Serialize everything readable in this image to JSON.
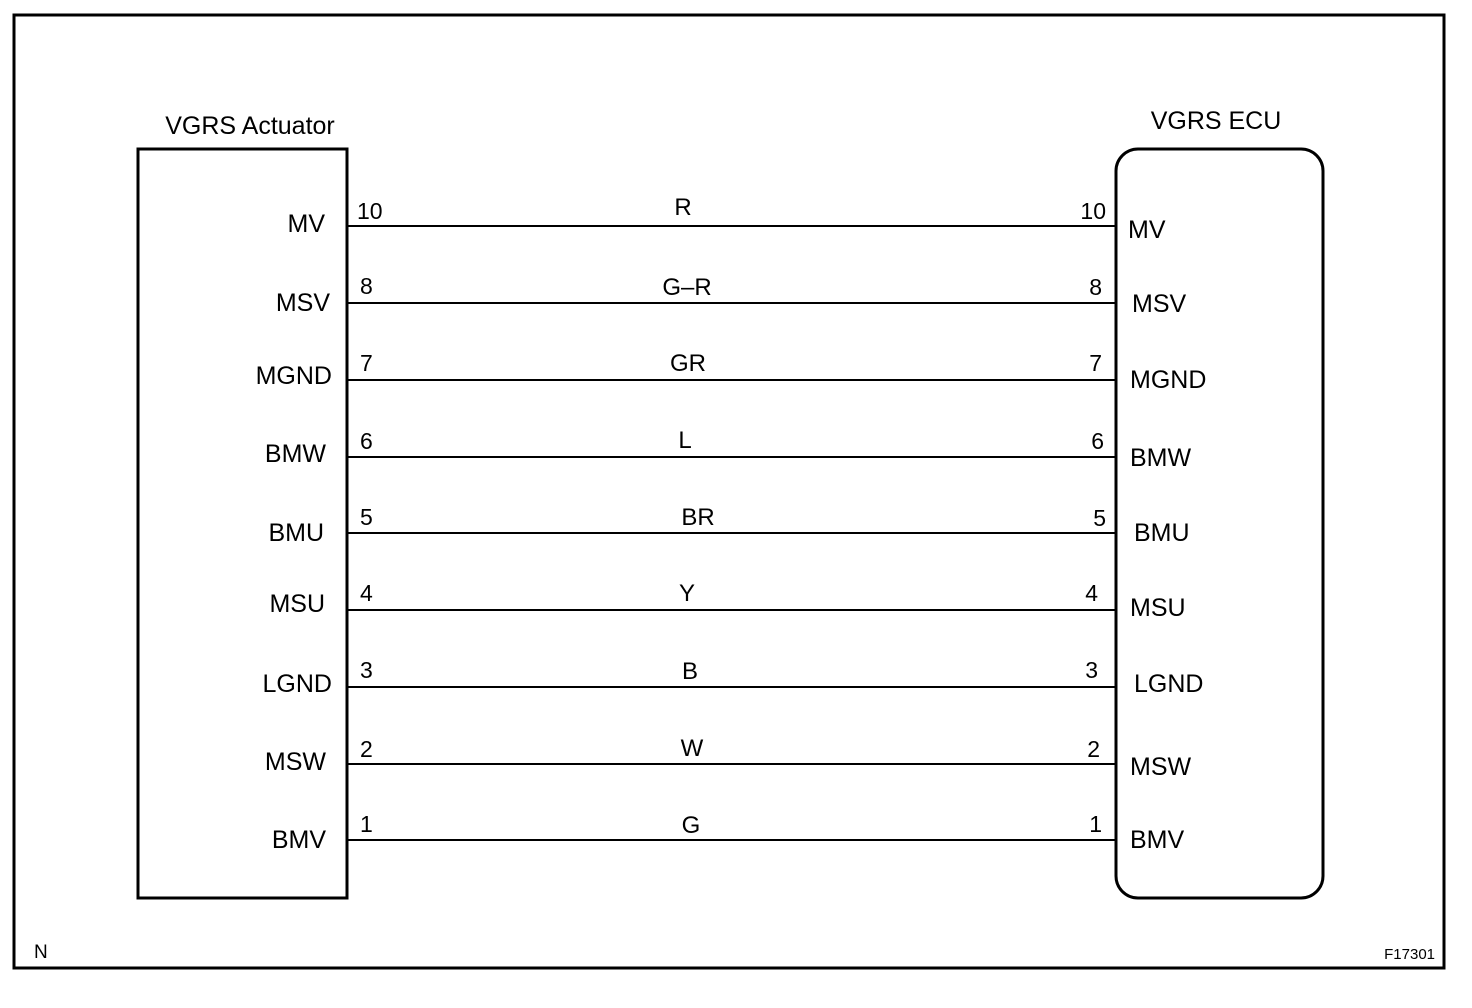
{
  "actuator": {
    "title": "VGRS Actuator"
  },
  "ecu": {
    "title": "VGRS ECU"
  },
  "wires": [
    {
      "pin": "10",
      "actuator_signal": "MV",
      "color_code": "R",
      "ecu_signal": "MV"
    },
    {
      "pin": "8",
      "actuator_signal": "MSV",
      "color_code": "G–R",
      "ecu_signal": "MSV"
    },
    {
      "pin": "7",
      "actuator_signal": "MGND",
      "color_code": "GR",
      "ecu_signal": "MGND"
    },
    {
      "pin": "6",
      "actuator_signal": "BMW",
      "color_code": "L",
      "ecu_signal": "BMW"
    },
    {
      "pin": "5",
      "actuator_signal": "BMU",
      "color_code": "BR",
      "ecu_signal": "BMU"
    },
    {
      "pin": "4",
      "actuator_signal": "MSU",
      "color_code": "Y",
      "ecu_signal": "MSU"
    },
    {
      "pin": "3",
      "actuator_signal": "LGND",
      "color_code": "B",
      "ecu_signal": "LGND"
    },
    {
      "pin": "2",
      "actuator_signal": "MSW",
      "color_code": "W",
      "ecu_signal": "MSW"
    },
    {
      "pin": "1",
      "actuator_signal": "BMV",
      "color_code": "G",
      "ecu_signal": "BMV"
    }
  ],
  "footer": {
    "left_mark": "N",
    "figure_id": "F17301"
  }
}
